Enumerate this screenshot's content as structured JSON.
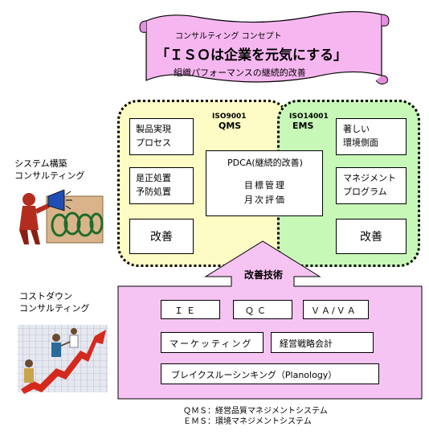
{
  "banner": {
    "subtitle": "コンサルティング コンセプト",
    "title": "「ＩＳＯは企業を元気にする」",
    "caption": "組織パフォーマンスの継続的改善"
  },
  "qms": {
    "label_top": "ISO9001",
    "label_bottom": "QMS",
    "box1": [
      "製品実現",
      "プロセス"
    ],
    "box2": [
      "是正処置",
      "予防処置"
    ],
    "box3": "改善"
  },
  "ems": {
    "label_top": "ISO14001",
    "label_bottom": "EMS",
    "box1": [
      "著しい",
      "環境側面"
    ],
    "box2": [
      "マネジメント",
      "プログラム"
    ],
    "box3": "改善"
  },
  "pdca": {
    "title": "PDCA(継続的改善)",
    "line1": "目標管理",
    "line2": "月次評価"
  },
  "left_labels": {
    "system": [
      "システム構築",
      "コンサルティング"
    ],
    "costdown": [
      "コストダウン",
      "コンサルティング"
    ]
  },
  "kaizen": {
    "title": "改善技術",
    "items": [
      "ＩＥ",
      "ＱＣ",
      "ＶＡ/ＶＡ",
      "マーケッティング",
      "経営戦略会計",
      "ブレイクスルーシンキング（Planology）"
    ]
  },
  "legend": {
    "line1": "ＱＭＳ：経営品質マネジメントシステム",
    "line2": "ＥＭＳ：環境マネジメントシステム"
  },
  "colors": {
    "banner_fill": "#f6b6f0",
    "qms_fill": "#fdfcc4",
    "ems_fill": "#c8f8b8",
    "kaizen_fill": "#f6c4f2"
  }
}
